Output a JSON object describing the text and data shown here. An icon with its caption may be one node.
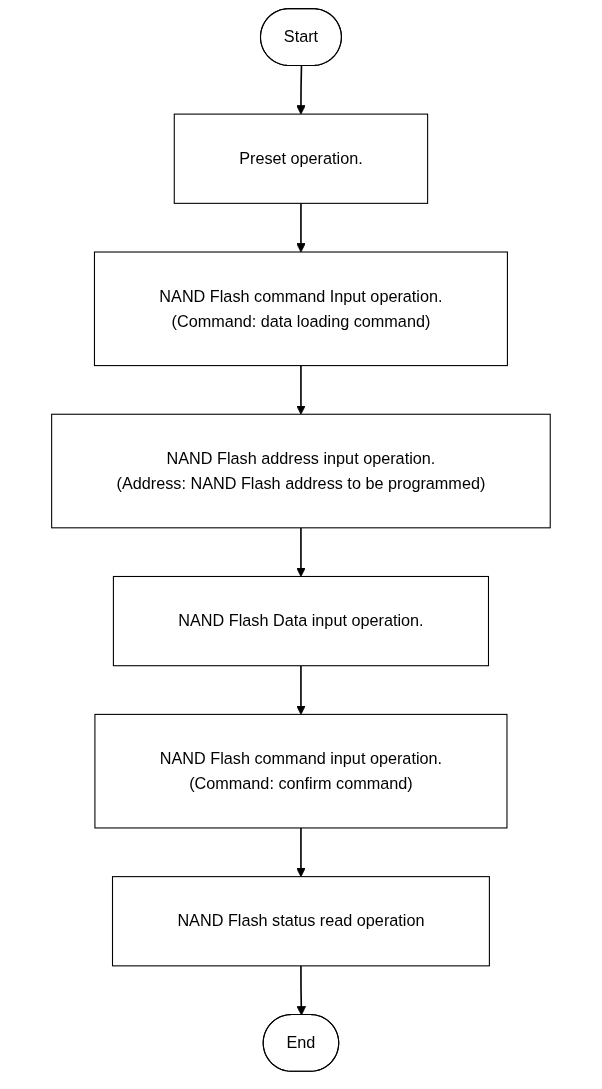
{
  "diagram": {
    "nodes": [
      {
        "text": [
          "Start"
        ]
      },
      {
        "text": [
          "Preset operation."
        ]
      },
      {
        "text": [
          "NAND Flash command Input operation.",
          "(Command: data loading command)"
        ]
      },
      {
        "text": [
          "NAND Flash address input operation.",
          "(Address: NAND Flash address to be programmed)"
        ]
      },
      {
        "text": [
          "NAND Flash Data input operation."
        ]
      },
      {
        "text": [
          "NAND Flash command input operation.",
          "(Command: confirm command)"
        ]
      },
      {
        "text": [
          "NAND Flash status read operation"
        ]
      },
      {
        "text": [
          "End"
        ]
      }
    ],
    "edges": [
      {
        "from": 0,
        "to": 1,
        "arrow": "to"
      },
      {
        "from": 1,
        "to": 2,
        "arrow": "to"
      },
      {
        "from": 2,
        "to": 3,
        "arrow": "to"
      },
      {
        "from": 3,
        "to": 4,
        "arrow": "to"
      },
      {
        "from": 4,
        "to": 5,
        "arrow": "to"
      },
      {
        "from": 5,
        "to": 6,
        "arrow": "to"
      },
      {
        "from": 6,
        "to": 7,
        "arrow": "to"
      }
    ]
  }
}
